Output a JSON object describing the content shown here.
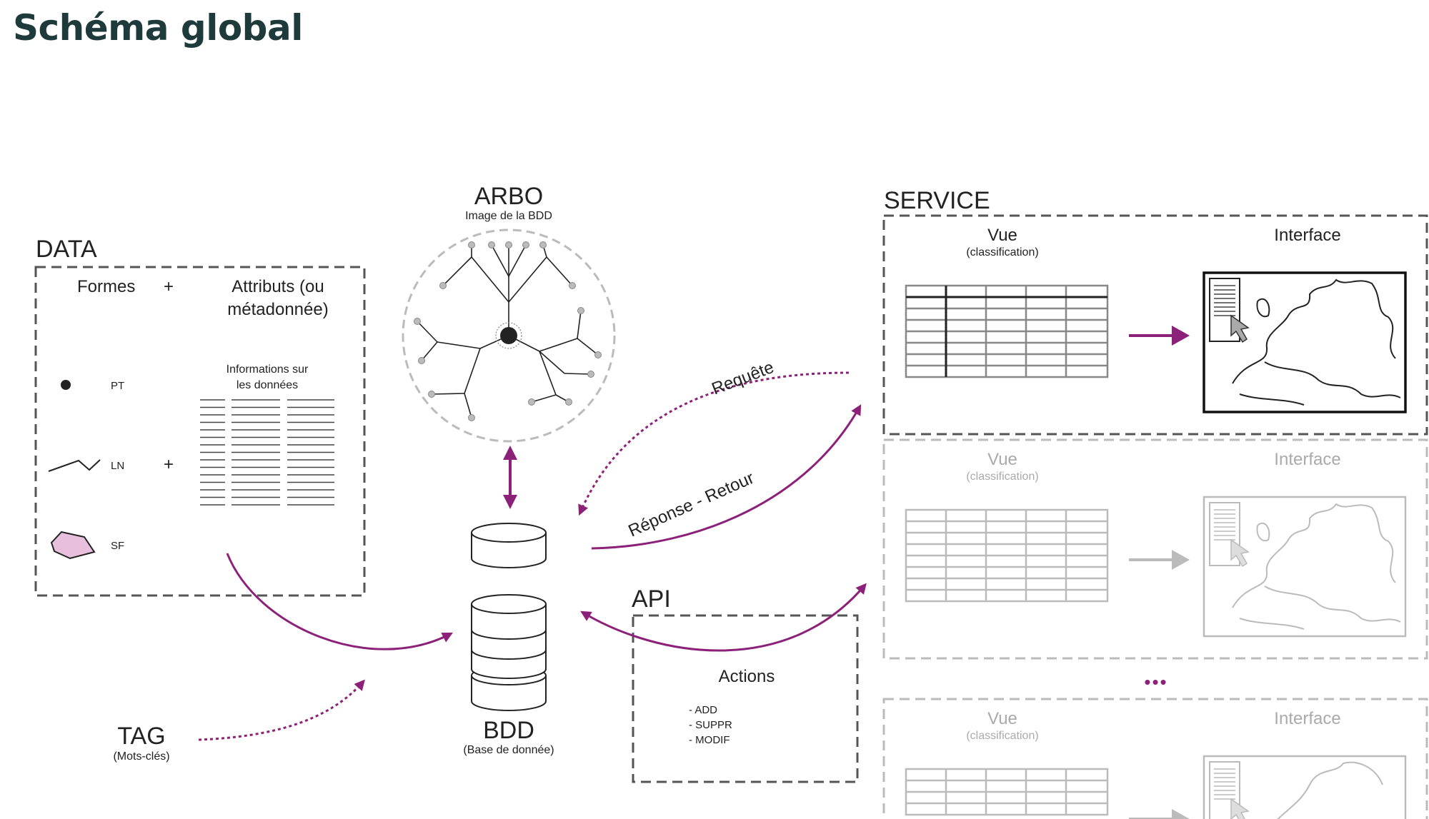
{
  "title": "Schéma global",
  "data_section": {
    "label": "DATA",
    "col_formes": "Formes",
    "plus": "+",
    "col_attributs_line1": "Attributs (ou",
    "col_attributs_line2": "métadonnée)",
    "info_line1": "Informations sur",
    "info_line2": "les données",
    "shapes": [
      {
        "code": "PT",
        "icon": "point-icon"
      },
      {
        "code": "LN",
        "icon": "line-icon"
      },
      {
        "code": "SF",
        "icon": "polygon-icon"
      }
    ]
  },
  "arbo": {
    "label": "ARBO",
    "sublabel": "Image de la BDD"
  },
  "bdd": {
    "label": "BDD",
    "sublabel": "(Base de donnée)"
  },
  "tag": {
    "label": "TAG",
    "sublabel": "(Mots-clés)"
  },
  "api": {
    "label": "API",
    "actions_title": "Actions",
    "actions": [
      "- ADD",
      "- SUPPR",
      "- MODIF"
    ]
  },
  "flows": {
    "requete": "Requête",
    "reponse": "Réponse - Retour"
  },
  "service": {
    "label": "SERVICE",
    "rows": [
      {
        "vue": "Vue",
        "vue_sub": "(classification)",
        "interface": "Interface",
        "active": true
      },
      {
        "vue": "Vue",
        "vue_sub": "(classification)",
        "interface": "Interface",
        "active": false
      },
      {
        "vue": "Vue",
        "vue_sub": "(classification)",
        "interface": "Interface",
        "active": false
      }
    ],
    "ellipsis": "•••"
  },
  "colors": {
    "accent": "#8c2179",
    "title": "#1e3a3a",
    "polygon_fill": "#e8bfdc",
    "faded": "#bbbbbb"
  }
}
